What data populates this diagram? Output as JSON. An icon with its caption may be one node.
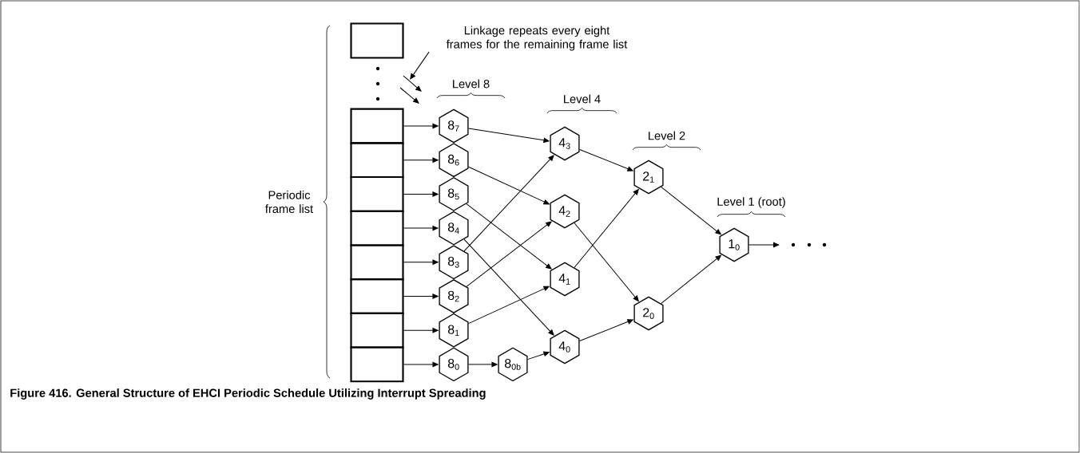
{
  "diagram": {
    "caption": "Figure 416. General Structure of EHCI Periodic Schedule Utilizing Interrupt Spreading",
    "nodes": [
      {
        "text": [],
        "shape": "box"
      },
      {
        "text": [],
        "shape": "box"
      },
      {
        "text": [],
        "shape": "box"
      },
      {
        "text": [],
        "shape": "box"
      },
      {
        "text": [],
        "shape": "box"
      },
      {
        "text": [],
        "shape": "box"
      },
      {
        "text": [],
        "shape": "box"
      },
      {
        "text": [],
        "shape": "box"
      },
      {
        "text": [],
        "shape": "box"
      },
      {
        "text": [
          "8$_{7}$"
        ]
      },
      {
        "text": [
          "8$_{6}$"
        ]
      },
      {
        "text": [
          "8$_{5}$"
        ]
      },
      {
        "text": [
          "8$_{4}$"
        ]
      },
      {
        "text": [
          "8$_{3}$"
        ]
      },
      {
        "text": [
          "8$_{2}$"
        ]
      },
      {
        "text": [
          "8$_{1}$"
        ]
      },
      {
        "text": [
          "8$_{0}$"
        ]
      },
      {
        "text": [
          "8$_{0b}$"
        ]
      },
      {
        "text": [
          "4$_{3}$"
        ]
      },
      {
        "text": [
          "4$_{2}$"
        ]
      },
      {
        "text": [
          "4$_{1}$"
        ]
      },
      {
        "text": [
          "4$_{0}$"
        ]
      },
      {
        "text": [
          "2$_{1}$"
        ]
      },
      {
        "text": [
          "2$_{0}$"
        ]
      },
      {
        "text": [
          "1$_{0}$"
        ]
      },
      {
        "text": [
          "Linkage repeats every eight frames for the remaining frame list"
        ]
      }
    ],
    "edges": [
      {
        "from": 1,
        "to": 9,
        "arrow": "to"
      },
      {
        "from": 2,
        "to": 10,
        "arrow": "to"
      },
      {
        "from": 3,
        "to": 11,
        "arrow": "to"
      },
      {
        "from": 4,
        "to": 12,
        "arrow": "to"
      },
      {
        "from": 5,
        "to": 13,
        "arrow": "to"
      },
      {
        "from": 6,
        "to": 14,
        "arrow": "to"
      },
      {
        "from": 7,
        "to": 15,
        "arrow": "to"
      },
      {
        "from": 8,
        "to": 16,
        "arrow": "to"
      },
      {
        "from": 9,
        "to": 18,
        "arrow": "to"
      },
      {
        "from": 10,
        "to": 19,
        "arrow": "to"
      },
      {
        "from": 11,
        "to": 20,
        "arrow": "to"
      },
      {
        "from": 12,
        "to": 21,
        "arrow": "to"
      },
      {
        "from": 13,
        "to": 18,
        "arrow": "to"
      },
      {
        "from": 14,
        "to": 19,
        "arrow": "to"
      },
      {
        "from": 15,
        "to": 20,
        "arrow": "to"
      },
      {
        "from": 16,
        "to": 17,
        "arrow": "to"
      },
      {
        "from": 17,
        "to": 21,
        "arrow": "to"
      },
      {
        "from": 18,
        "to": 22,
        "arrow": "to"
      },
      {
        "from": 19,
        "to": 23,
        "arrow": "to"
      },
      {
        "from": 20,
        "to": 22,
        "arrow": "to"
      },
      {
        "from": 21,
        "to": 23,
        "arrow": "to"
      },
      {
        "from": 22,
        "to": 24,
        "arrow": "to"
      },
      {
        "from": 23,
        "to": 24,
        "arrow": "to"
      },
      {
        "from": 24,
        "to": null,
        "arrow": "to"
      },
      {
        "from": 25,
        "to": null,
        "arrow": "to"
      }
    ],
    "labels": [
      "Level 8",
      "Level 4",
      "Level 2",
      "Level 1 (root)",
      "Periodic frame list"
    ]
  }
}
